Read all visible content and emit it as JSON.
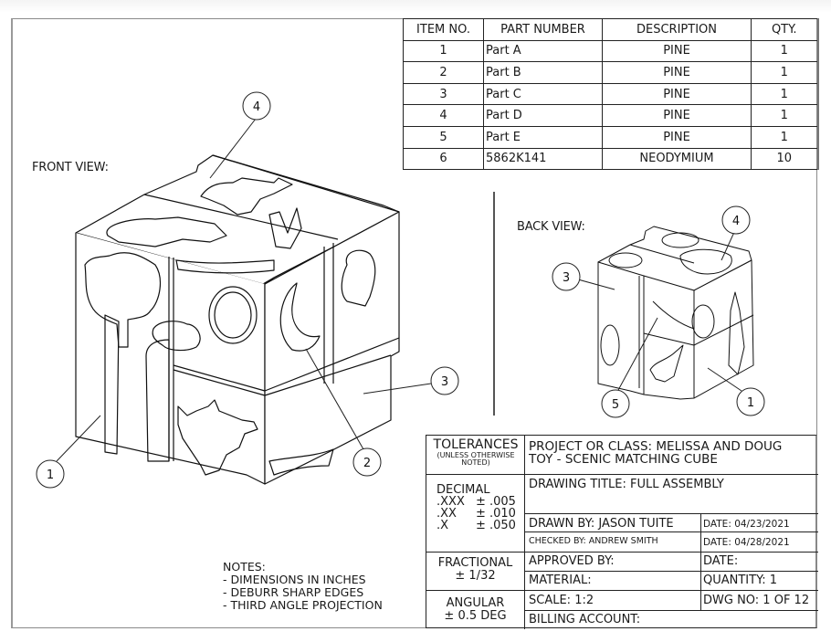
{
  "views": {
    "front_label": "FRONT VIEW:",
    "back_label": "BACK VIEW:",
    "front_balloons": [
      "4",
      "1",
      "2",
      "3"
    ],
    "back_balloons": [
      "4",
      "3",
      "5",
      "1"
    ]
  },
  "bom": {
    "headers": [
      "ITEM NO.",
      "PART NUMBER",
      "DESCRIPTION",
      "QTY."
    ],
    "rows": [
      {
        "item": "1",
        "part": "Part A",
        "desc": "PINE",
        "qty": "1"
      },
      {
        "item": "2",
        "part": "Part B",
        "desc": "PINE",
        "qty": "1"
      },
      {
        "item": "3",
        "part": "Part C",
        "desc": "PINE",
        "qty": "1"
      },
      {
        "item": "4",
        "part": "Part D",
        "desc": "PINE",
        "qty": "1"
      },
      {
        "item": "5",
        "part": "Part E",
        "desc": "PINE",
        "qty": "1"
      },
      {
        "item": "6",
        "part": "5862K141",
        "desc": "NEODYMIUM",
        "qty": "10"
      }
    ]
  },
  "notes": {
    "title": "NOTES:",
    "items": [
      "- DIMENSIONS IN INCHES",
      "- DEBURR SHARP EDGES",
      "- THIRD ANGLE PROJECTION"
    ]
  },
  "title_block": {
    "tolerances": {
      "title": "TOLERANCES",
      "subtitle_1": "(UNLESS OTHERWISE",
      "subtitle_2": "NOTED)",
      "decimal_label": "DECIMAL",
      "decimal_rows": [
        {
          "place": ".XXX",
          "tol": "± .005"
        },
        {
          "place": ".XX",
          "tol": "± .010"
        },
        {
          "place": ".X",
          "tol": "± .050"
        }
      ],
      "fractional_label": "FRACTIONAL",
      "fractional_value": "± 1/32",
      "angular_label": "ANGULAR",
      "angular_value": "± 0.5 DEG"
    },
    "project_line_1": "PROJECT OR CLASS: MELISSA AND DOUG",
    "project_line_2": "TOY - SCENIC MATCHING CUBE",
    "drawing_title": "DRAWING TITLE: FULL ASSEMBLY",
    "drawn_by": "DRAWN BY: JASON TUITE",
    "drawn_date": "DATE: 04/23/2021",
    "checked_by": "CHECKED BY: ANDREW SMITH",
    "checked_date": "DATE: 04/28/2021",
    "approved_by": "APPROVED BY:",
    "approved_date": "DATE:",
    "material": "MATERIAL:",
    "quantity": "QUANTITY: 1",
    "scale": "SCALE: 1:2",
    "dwg_no": "DWG NO: 1 OF 12",
    "billing": "BILLING ACCOUNT:"
  }
}
